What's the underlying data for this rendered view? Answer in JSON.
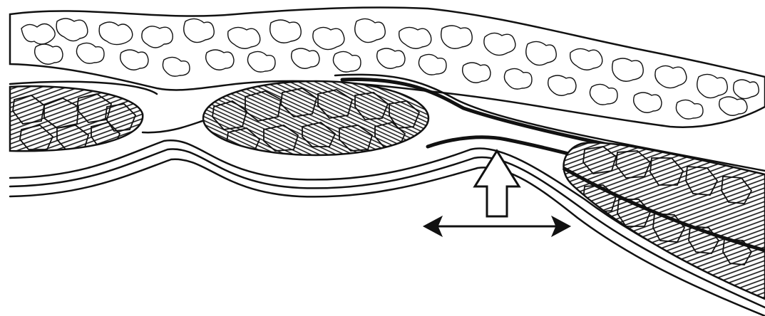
{
  "figure": {
    "style": "black-and-white line illustration",
    "colors": {
      "ink": "#111111",
      "paper": "#ffffff"
    },
    "elements": [
      "fatty-tissue-layer",
      "muscle-bundle-left",
      "muscle-bundle-center",
      "muscle-bundle-right",
      "fascia-layers",
      "force-arrow-up",
      "double-headed-arrow"
    ]
  }
}
